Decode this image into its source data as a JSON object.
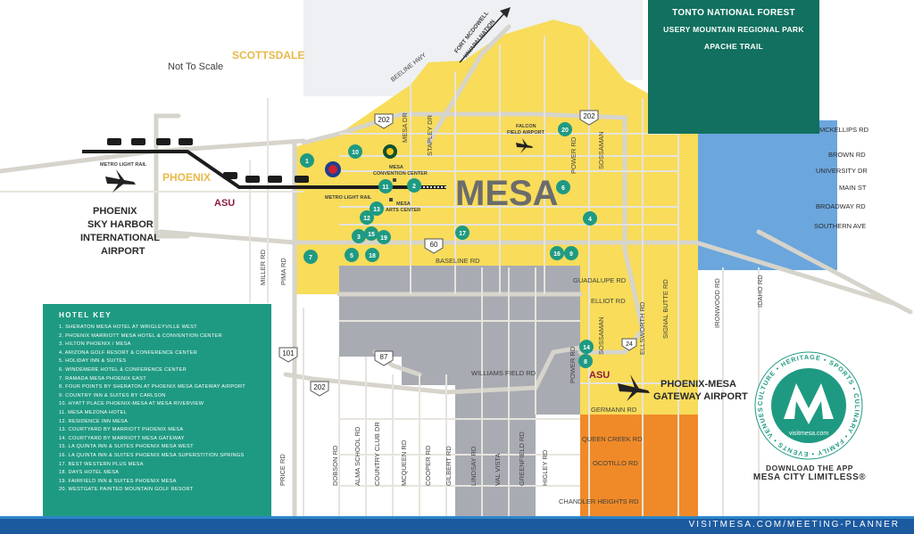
{
  "map": {
    "not_to_scale": "Not To Scale",
    "cities": {
      "scottsdale": "SCOTTSDALE",
      "phoenix": "PHOENIX",
      "mesa": "MESA"
    },
    "tonto": {
      "line1": "TONTO NATIONAL FOREST",
      "line2": "USERY MOUNTAIN REGIONAL PARK",
      "line3": "APACHE TRAIL"
    },
    "airports": {
      "sky_harbor": [
        "PHOENIX",
        "SKY HARBOR",
        "INTERNATIONAL",
        "AIRPORT"
      ],
      "gateway": [
        "PHOENIX-MESA",
        "GATEWAY AIRPORT"
      ],
      "falcon": [
        "FALCON",
        "FIELD AIRPORT"
      ]
    },
    "places": {
      "metro_rail_left": "METRO LIGHT RAIL",
      "metro_rail_center": "METRO LIGHT RAIL",
      "convention": [
        "MESA",
        "CONVENTION CENTER"
      ],
      "arts": [
        "MESA",
        "ARTS CENTER"
      ],
      "fort_mcdowell": [
        "FORT MCDOWELL",
        "YAVAPAI NATION"
      ],
      "beeline": "BEELINE HWY",
      "asu": "ASU"
    },
    "roads_ew": [
      "MCKELLIPS RD",
      "BROWN RD",
      "UNIVERSITY DR",
      "MAIN ST",
      "BROADWAY RD",
      "SOUTHERN AVE",
      "BASELINE RD",
      "GUADALUPE RD",
      "ELLIOT RD",
      "WILLIAMS FIELD RD",
      "GERMANN RD",
      "QUEEN CREEK RD",
      "OCOTILLO RD",
      "CHANDLER HEIGHTS RD"
    ],
    "roads_ns": [
      "MILLER RD",
      "PIMA RD",
      "MESA DR",
      "STAPLEY DR",
      "POWER RD",
      "SOSSAMAN",
      "SIGNAL BUTTE RD",
      "ELLSWORTH RD",
      "IRONWOOD RD",
      "IDAHO RD",
      "PRICE RD",
      "DOBSON RD",
      "ALMA SCHOOL RD",
      "COUNTRY CLUB DR",
      "MCQUEEN RD",
      "COOPER RD",
      "GILBERT RD",
      "LINDSAY RD",
      "VAL VISTA",
      "GREENFIELD RD",
      "HIGLEY RD",
      "POWER RD",
      "SOSSAMAN"
    ],
    "shields": [
      "202",
      "202",
      "60",
      "101",
      "87",
      "202",
      "24"
    ],
    "markers": [
      "1",
      "10",
      "11",
      "2",
      "12",
      "13",
      "3",
      "15",
      "19",
      "5",
      "18",
      "7",
      "17",
      "16",
      "9",
      "20",
      "6",
      "4",
      "14",
      "8"
    ],
    "colors": {
      "yellow": "#f8dc5a",
      "gray": "#a9abb3",
      "teal": "#1f9a82",
      "dark_teal": "#11705f",
      "blue": "#6ba6dd",
      "orange": "#f08a28",
      "road": "#d6d4cb",
      "rail": "#1c1c1c"
    }
  },
  "hotel_key": {
    "title": "HOTEL KEY",
    "items": [
      "1. SHERATON MESA HOTEL AT WRIGLEYVILLE WEST",
      "2. PHOENIX MARRIOTT MESA HOTEL & CONVENTION CENTER",
      "3. HILTON PHOENIX / MESA",
      "4. ARIZONA GOLF RESORT & CONFERENCE CENTER",
      "5. HOLIDAY INN & SUITES",
      "6. WINDEMERE HOTEL & CONFERENCE CENTER",
      "7. RAMADA MESA PHOENIX EAST",
      "8. FOUR POINTS BY SHERATON AT PHOENIX MESA GATEWAY AIRPORT",
      "9. COUNTRY INN & SUITES BY CARLSON",
      "10. HYATT PLACE PHOENIX-MESA AT MESA RIVERVIEW",
      "11. MESA MEZONA HOTEL",
      "12. RESIDENCE INN MESA",
      "13. COURTYARD BY MARRIOTT PHOENIX MESA",
      "14. COURTYARD BY MARRIOTT MESA GATEWAY",
      "15. LA QUINTA INN & SUITES PHOENIX MESA WEST",
      "16. LA QUINTA INN & SUITES PHOENIX MESA SUPERSTITION SPRINGS",
      "17. BEST WESTERN PLUS MESA",
      "18. DAYS HOTEL MESA",
      "19. FAIRFIELD INN & SUITES PHOENIX MESA",
      "20. WESTGATE PAINTED MOUNTAIN GOLF RESORT"
    ]
  },
  "badge": {
    "ring_text": "CULTURE • HERITAGE • SPORTS • CULINARY • FAMILY • EVENTS • VENUES • ADVENTURES •",
    "site": "visitmesa.com"
  },
  "download": {
    "line1": "DOWNLOAD THE APP",
    "line2": "MESA CITY LIMITLESS®"
  },
  "footer": {
    "url": "VISITMESA.COM/MEETING-PLANNER"
  }
}
